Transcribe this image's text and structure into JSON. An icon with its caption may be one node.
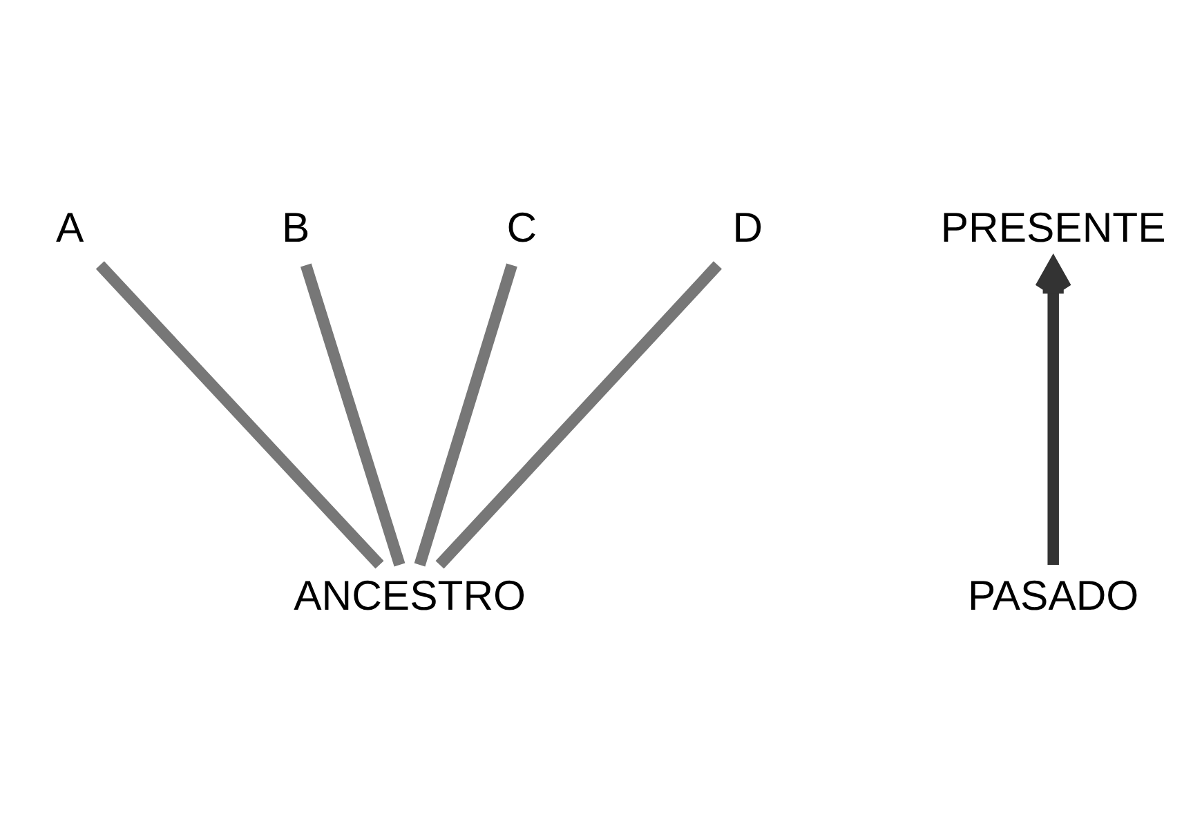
{
  "diagram": {
    "nodes": [
      {
        "text": [
          "A"
        ]
      },
      {
        "text": [
          "B"
        ]
      },
      {
        "text": [
          "C"
        ]
      },
      {
        "text": [
          "D"
        ]
      },
      {
        "text": [
          "PRESENTE"
        ]
      },
      {
        "text": [
          "ANCESTRO"
        ]
      },
      {
        "text": [
          "PASADO"
        ]
      }
    ],
    "edges": [
      {
        "from": 5,
        "to": 0,
        "arrow": "none"
      },
      {
        "from": 5,
        "to": 1,
        "arrow": "none"
      },
      {
        "from": 5,
        "to": 2,
        "arrow": "none"
      },
      {
        "from": 5,
        "to": 3,
        "arrow": "none"
      },
      {
        "from": 6,
        "to": 4,
        "arrow": "to",
        "color": "#333333"
      }
    ]
  }
}
